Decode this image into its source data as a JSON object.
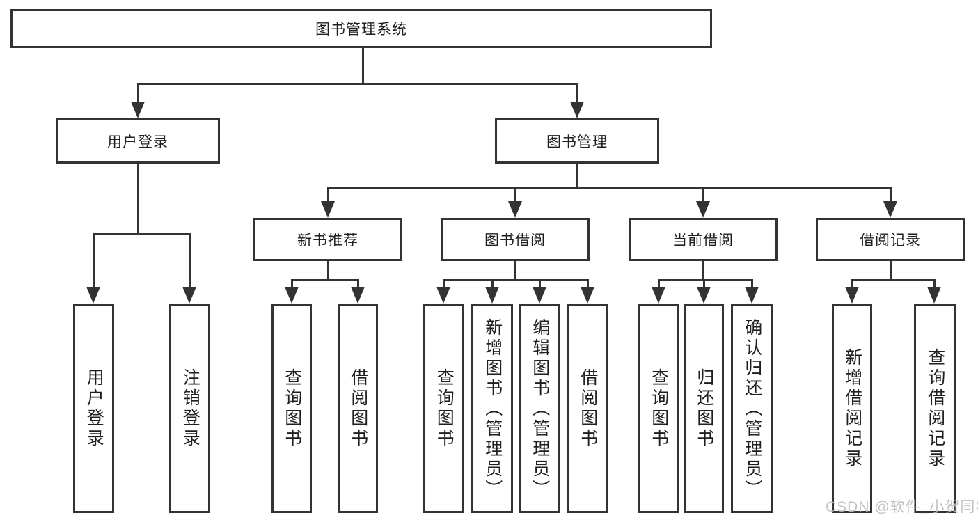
{
  "colors": {
    "line": "#333333",
    "text": "#1f1f1f",
    "watermark": "#bdbdbd",
    "background": "#ffffff"
  },
  "tree": {
    "root": {
      "label": "图书管理系统"
    },
    "branches": [
      {
        "label": "用户登录",
        "children": [
          {
            "label": "用户登录"
          },
          {
            "label": "注销登录"
          }
        ]
      },
      {
        "label": "图书管理",
        "children": [
          {
            "label": "新书推荐",
            "children": [
              {
                "label": "查询图书"
              },
              {
                "label": "借阅图书"
              }
            ]
          },
          {
            "label": "图书借阅",
            "children": [
              {
                "label": "查询图书"
              },
              {
                "label": "新增图书（管理员）"
              },
              {
                "label": "编辑图书（管理员）"
              },
              {
                "label": "借阅图书"
              }
            ]
          },
          {
            "label": "当前借阅",
            "children": [
              {
                "label": "查询图书"
              },
              {
                "label": "归还图书"
              },
              {
                "label": "确认归还（管理员）"
              }
            ]
          },
          {
            "label": "借阅记录",
            "children": [
              {
                "label": "新增借阅记录"
              },
              {
                "label": "查询借阅记录"
              }
            ]
          }
        ]
      }
    ]
  },
  "watermark": {
    "text": "CSDN @软件_小贺同学"
  }
}
